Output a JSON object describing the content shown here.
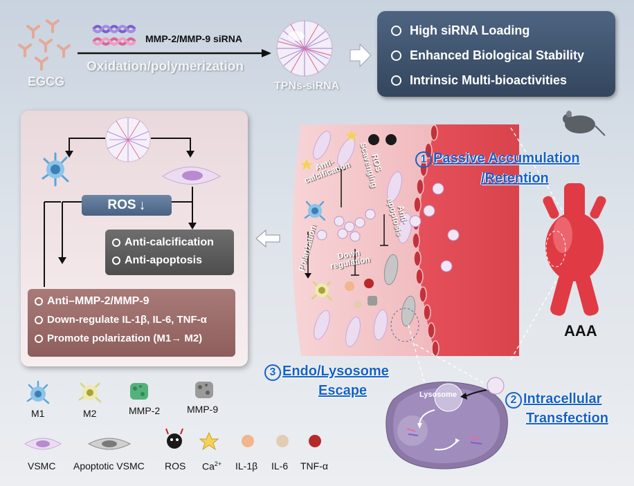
{
  "top": {
    "egcg_label": "EGCG",
    "sirna_label": "MMP-2/MMP-9  siRNA",
    "process_label": "Oxidation/polymerization",
    "tpns_label": "TPNs-siRNA"
  },
  "summary": {
    "items": [
      "High siRNA Loading",
      "Enhanced Biological Stability",
      "Intrinsic Multi-bioactivities"
    ]
  },
  "mechanism": {
    "ros_label": "ROS",
    "calc_items": [
      "Anti-calcification",
      "Anti-apoptosis"
    ],
    "mmp_items": [
      "Anti–MMP-2/MMP-9",
      "Down-regulate IL-1β, IL-6, TNF-α",
      "Promote polarization (M1→ M2)"
    ]
  },
  "tissue": {
    "labels": {
      "anti_calcification": "Anti-\ncalcification",
      "ros_scavenging": "ROS\nScavenging",
      "anti_apoptosis": "Anti-\napoptosis",
      "polarization": "Polarization",
      "down_regulation": "Down\nregulation",
      "lysosome": "Lysosome"
    }
  },
  "steps": {
    "step1": {
      "num": "1",
      "line1": "Passive Accumulation",
      "line2": "/Retention"
    },
    "step2": {
      "num": "2",
      "line1": "Intracellular",
      "line2": "Transfection"
    },
    "step3": {
      "num": "3",
      "line1": "Endo/Lysosome",
      "line2": "Escape"
    }
  },
  "aaa_label": "AAA",
  "legend": {
    "m1": "M1",
    "m2": "M2",
    "mmp2": "MMP-2",
    "mmp9": "MMP-9",
    "vsmc": "VSMC",
    "apoptotic_vsmc": "Apoptotic VSMC",
    "ros": "ROS",
    "ca": "Ca",
    "ca_sup": "2+",
    "il1b": "IL-1β",
    "il6": "IL-6",
    "tnfa": "TNF-α"
  },
  "colors": {
    "step_blue": "#1560c8",
    "summary_box": "#3f5370",
    "ros_box": "#5a7294",
    "calc_box": "#5c5c5c",
    "mmp_box": "#9a6a68",
    "vessel_red": "#e0454e"
  }
}
